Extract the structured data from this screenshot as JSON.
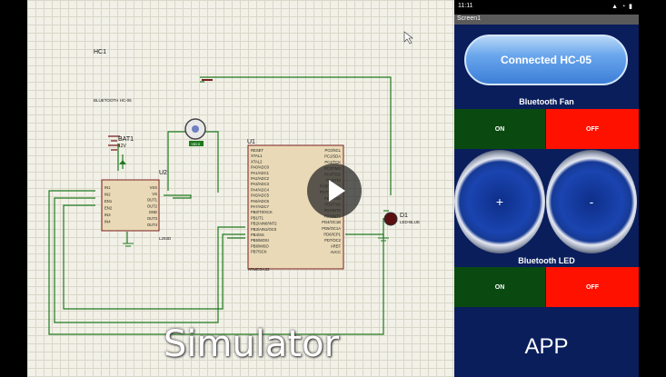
{
  "simulator": {
    "caption": "Simulator",
    "labels": {
      "hc1": "HC1",
      "bt_module": "BLUETOOTH HC-05",
      "bat": "BAT1",
      "bat_v": "12V",
      "u2": "U2",
      "u2_chip": "L293D",
      "u1": "U1",
      "u1_chip": "ATMEGA32",
      "d1": "D1",
      "d1_type": "LED-BLUE",
      "motor_val": "+80.0"
    },
    "u2_left_pins": [
      "IN1",
      "IN2",
      "EN1",
      "EN2",
      "IN3",
      "IN4"
    ],
    "u2_right_pins": [
      "VSS",
      "VS",
      "OUT1",
      "OUT2",
      "GND",
      "OUT3",
      "OUT4"
    ],
    "u1_left_pins": [
      "RESET",
      "XTAL1",
      "XTAL2",
      "PA0/ADC0",
      "PA1/ADC1",
      "PA2/ADC2",
      "PA3/ADC3",
      "PA4/ADC4",
      "PA5/ADC5",
      "PA6/ADC6",
      "PA7/ADC7",
      "PB0/T0/XCK",
      "PB1/T1",
      "PB2/AIN0/INT2",
      "PB3/AIN1/OC0",
      "PB4/SS",
      "PB5/MOSI",
      "PB6/MISO",
      "PB7/SCK"
    ],
    "u1_right_pins": [
      "PC0/SCL",
      "PC1/SDA",
      "PC2/TCK",
      "PC3/TMS",
      "PC4/TDO",
      "PC5/TDI",
      "PC6/TOSC1",
      "PC7/TOSC2",
      "PD0/RXD",
      "PD1/TXD",
      "PD2/INT0",
      "PD3/INT1",
      "PD4/OC1B",
      "PD5/OC1A",
      "PD6/ICP1",
      "PD7/OC2",
      "AREF",
      "AVCC"
    ]
  },
  "phone": {
    "status_time": "11:11",
    "status_icons": "▲ ◔ ▮",
    "screen_title": "Screen1",
    "connect_label": "Connected HC-05",
    "fan_label": "Bluetooth Fan",
    "fan_on": "ON",
    "fan_off": "OFF",
    "plus_label": "+",
    "minus_label": "-",
    "led_label": "Bluetooth LED",
    "led_on": "ON",
    "led_off": "OFF",
    "caption": "APP",
    "colors": {
      "on": "#0a4a10",
      "off": "#ff1100",
      "background": "#0a1e5c"
    }
  }
}
